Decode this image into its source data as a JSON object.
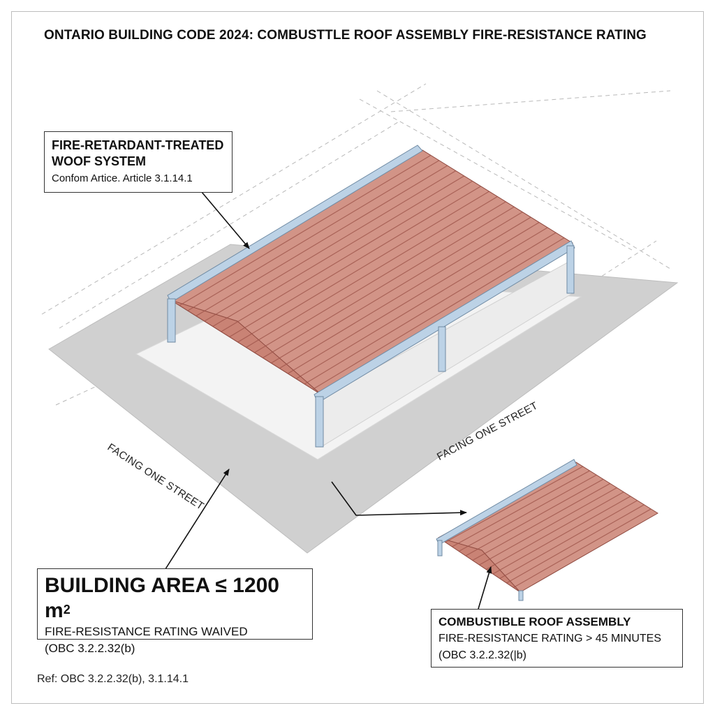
{
  "title": "ONTARIO BUILDING CODE 2024: COMBUSTTLE ROOF ASSEMBLY FIRE-RESISTANCE RATING",
  "callout_frt": {
    "heading_line1": "FIRE-RETARDANT-TREATED",
    "heading_line2": "WOOF SYSTEM",
    "subtext": "Confom Artice. Article 3.1.14.1"
  },
  "callout_area": {
    "heading": "BUILDING AREA ≤ 1200 m",
    "heading_superscript": "2",
    "line1": "FIRE-RESISTANCE RATING WAIVED",
    "line2": "(OBC 3.2.2.32(b)"
  },
  "callout_combustible": {
    "heading": "COMBUSTIBLE ROOF ASSEMBLY",
    "line1": "FIRE-RESISTANCE RATING > 45 MINUTES",
    "line2": "(OBC 3.2.2.32(|b)"
  },
  "street_label_left": "FACING ONE STREET",
  "street_label_right": "FACING ONE STREET",
  "reference": "Ref: OBC 3.2.2.32(b), 3.1.14.1",
  "colors": {
    "roof_panel": "#d4968a",
    "roof_stripe": "#9c5248",
    "frame_blue": "#bcd2e6",
    "ground_gray": "#cfcfcf",
    "pad_light": "#f2f2f2"
  }
}
